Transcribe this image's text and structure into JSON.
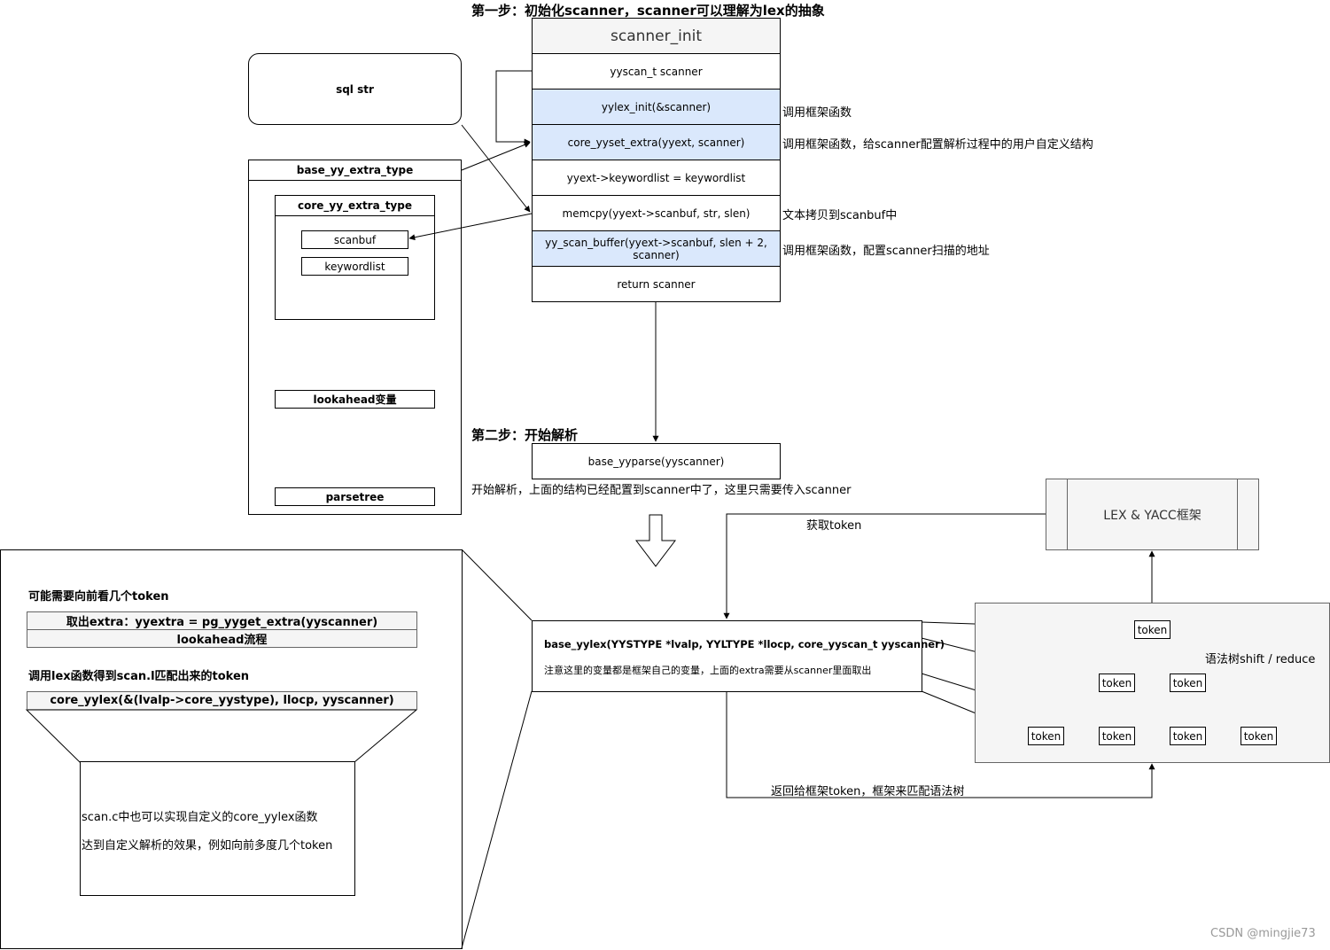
{
  "step1_title": "第一步：初始化scanner，scanner可以理解为lex的抽象",
  "step2_title": "第二步：开始解析",
  "scanner_init": {
    "header": "scanner_init",
    "rows": [
      "yyscan_t scanner",
      "yylex_init(&scanner)",
      "core_yyset_extra(yyext, scanner)",
      "yyext->keywordlist = keywordlist",
      "memcpy(yyext->scanbuf, str, slen)",
      "yy_scan_buffer(yyext->scanbuf, slen + 2, scanner)",
      "return scanner"
    ]
  },
  "annotations": {
    "yylex_init": "调用框架函数",
    "core_yyset_extra": "调用框架函数，给scanner配置解析过程中的用户自定义结构",
    "memcpy": "文本拷贝到scanbuf中",
    "yy_scan_buffer": "调用框架函数，配置scanner扫描的地址",
    "parse_note": "开始解析，上面的结构已经配置到scanner中了，这里只需要传入scanner"
  },
  "sql_str": "sql str",
  "base_extra": {
    "title": "base_yy_extra_type",
    "core_title": "core_yy_extra_type",
    "scanbuf": "scanbuf",
    "keywordlist": "keywordlist",
    "lookahead": "lookahead变量",
    "parsetree": "parsetree"
  },
  "base_yyparse": "base_yyparse(yyscanner)",
  "lex_yacc": "LEX & YACC框架",
  "get_token": "获取token",
  "return_token": "返回给框架token，框架来匹配语法树",
  "base_yylex": {
    "signature": "base_yylex(YYSTYPE *lvalp, YYLTYPE *llocp, core_yyscan_t yyscanner)",
    "note": "注意这里的变量都是框架自己的变量，上面的extra需要从scanner里面取出"
  },
  "grammar": {
    "label": "语法树shift / reduce",
    "tokens": [
      "token",
      "token",
      "token",
      "token",
      "token",
      "token",
      "token"
    ]
  },
  "detail": {
    "lookahead_title": "可能需要向前看几个token",
    "extra_row": "取出extra：yyextra = pg_yyget_extra(yyscanner)",
    "lookahead_row": "lookahead流程",
    "lex_title": "调用lex函数得到scan.l匹配出来的token",
    "core_yylex": "core_yylex(&(lvalp->core_yystype), llocp, yyscanner)",
    "custom_line1": "scan.c中也可以实现自定义的core_yylex函数",
    "custom_line2": "达到自定义解析的效果，例如向前多度几个token"
  },
  "watermark": "CSDN @mingjie73"
}
